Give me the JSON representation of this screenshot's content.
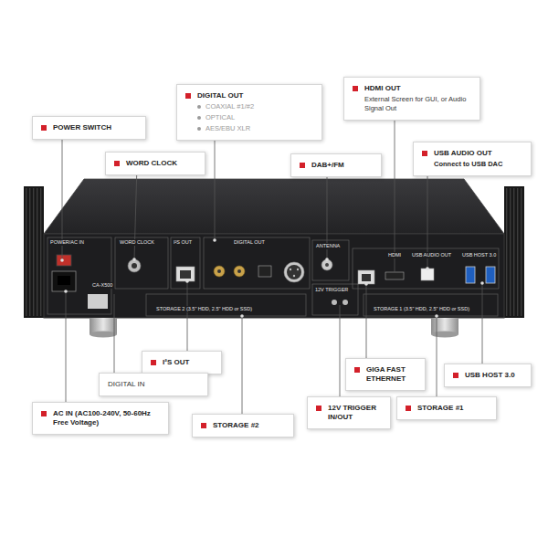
{
  "diagram": {
    "nodes": [
      {
        "text": [
          "POWER SWITCH"
        ]
      },
      {
        "text": [
          "WORD CLOCK"
        ]
      },
      {
        "text": [
          "DIGITAL OUT",
          "COAXIAL #1/#2",
          "OPTICAL",
          "AES/EBU XLR"
        ]
      },
      {
        "text": [
          "DAB+/FM"
        ]
      },
      {
        "text": [
          "HDMI OUT",
          "External Screen for GUI, or Audio Signal Out"
        ]
      },
      {
        "text": [
          "USB AUDIO OUT",
          "Connect to USB DAC"
        ]
      },
      {
        "text": [
          "I²S OUT"
        ]
      },
      {
        "text": [
          "DIGITAL IN"
        ]
      },
      {
        "text": [
          "AC IN (AC100-240V, 50-60Hz Free Voltage)"
        ]
      },
      {
        "text": [
          "STORAGE #2"
        ]
      },
      {
        "text": [
          "GIGA FAST ETHERNET"
        ]
      },
      {
        "text": [
          "12V TRIGGER IN/OUT"
        ]
      },
      {
        "text": [
          "STORAGE #1"
        ]
      },
      {
        "text": [
          "USB HOST 3.0"
        ]
      }
    ],
    "labels": [
      "POWER/AC IN",
      "WORD CLOCK",
      "I²S OUT",
      "DIGITAL OUT",
      "ANTENNA",
      "12V TRIGGER",
      "HDMI",
      "USB AUDIO OUT",
      "USB HOST 3.0",
      "CA-X500",
      "STORAGE 2 (3.5\" HDD, 2.5\" HDD or SSD)",
      "STORAGE 1 (3.5\" HDD, 2.5\" HDD or SSD)"
    ]
  }
}
